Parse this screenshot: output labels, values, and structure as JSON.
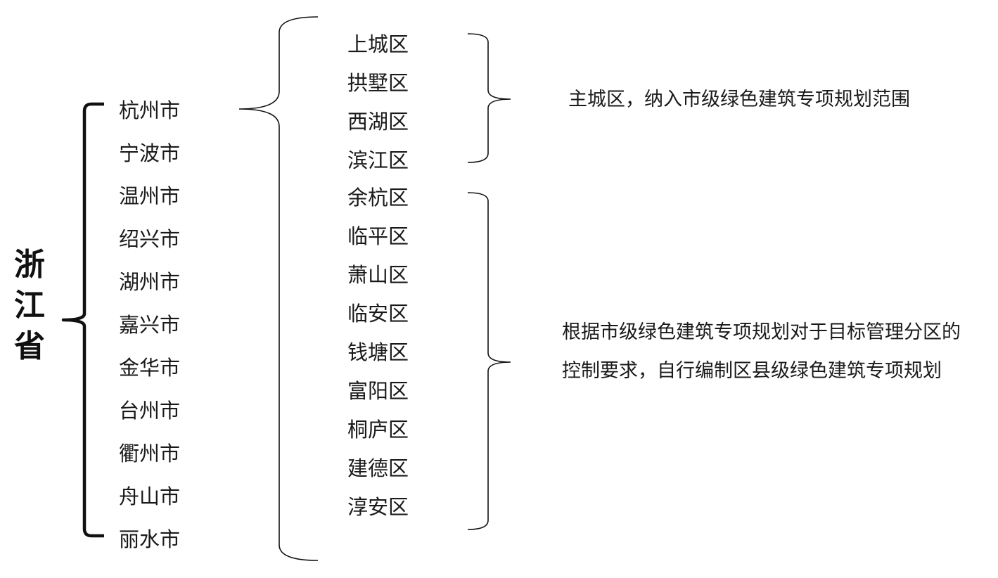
{
  "province": {
    "chars": [
      "浙",
      "江",
      "省"
    ]
  },
  "cities": [
    "杭州市",
    "宁波市",
    "温州市",
    "绍兴市",
    "湖州市",
    "嘉兴市",
    "金华市",
    "台州市",
    "衢州市",
    "舟山市",
    "丽水市"
  ],
  "districts": [
    "上城区",
    "拱墅区",
    "西湖区",
    "滨江区",
    "余杭区",
    "临平区",
    "萧山区",
    "临安区",
    "钱塘区",
    "富阳区",
    "桐庐区",
    "建德区",
    "淳安区"
  ],
  "notes": {
    "main_urban": "主城区，纳入市级绿色建筑专项规划范围",
    "other_districts": "根据市级绿色建筑专项规划对于目标管理分区的控制要求，自行编制区县级绿色建筑专项规划"
  },
  "colors": {
    "text": "#1a1a1a",
    "line": "#111111"
  }
}
